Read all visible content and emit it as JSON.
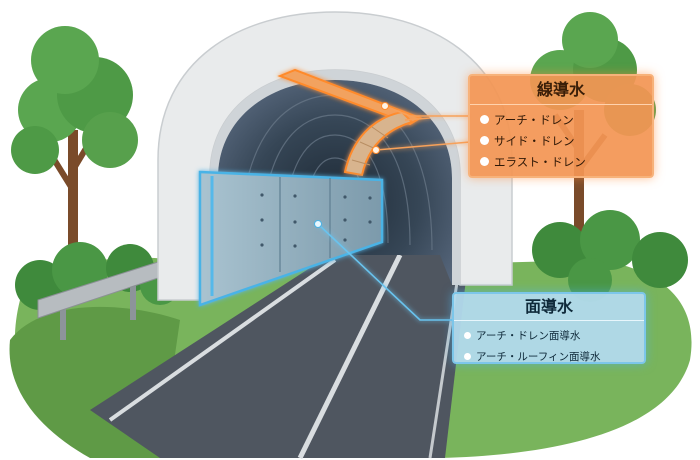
{
  "linear_drainage": {
    "title": "線導水",
    "color": "#f08a3c",
    "items": [
      "アーチ・ドレン",
      "サイド・ドレン",
      "エラスト・ドレン"
    ]
  },
  "surface_drainage": {
    "title": "面導水",
    "color": "#4ab3e6",
    "items": [
      "アーチ・ドレン面導水",
      "アーチ・ルーフィン面導水"
    ]
  }
}
